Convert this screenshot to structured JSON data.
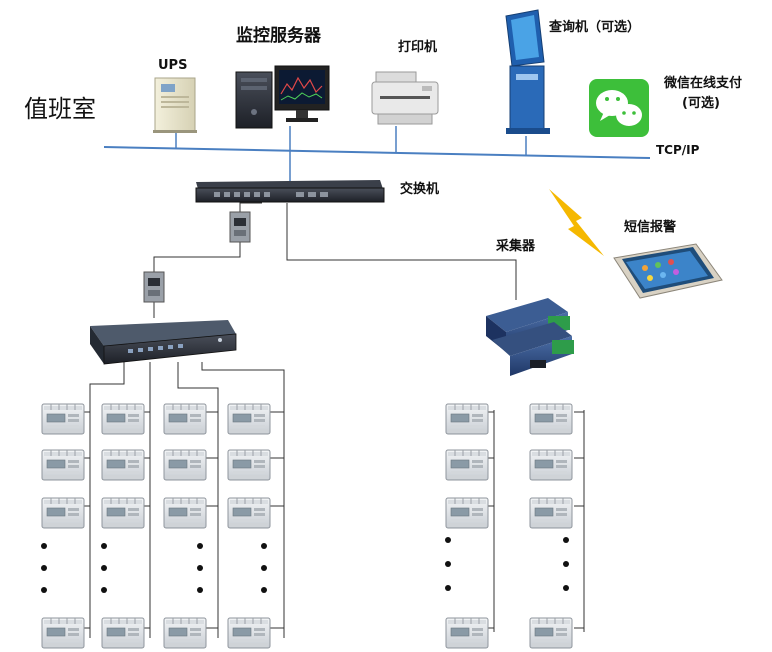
{
  "room_label": "值班室",
  "labels": {
    "ups": "UPS",
    "server": "监控服务器",
    "printer": "打印机",
    "kiosk": "查询机（可选）",
    "wechat_line1": "微信在线支付",
    "wechat_line2": "(可选)",
    "tcpip": "TCP/IP",
    "switch": "交换机",
    "sms": "短信报警",
    "collector": "采集器"
  },
  "colors": {
    "bus": "#4a7fc1",
    "wire": "#333333",
    "wechat": "#3dbf3a",
    "lightning": "#f5b800"
  },
  "icons": [
    "ups-icon",
    "server-icon",
    "printer-icon",
    "kiosk-icon",
    "wechat-icon",
    "switch-icon",
    "converter-icon",
    "lightning-icon",
    "phone-icon",
    "collector-icon",
    "meter-icon"
  ]
}
